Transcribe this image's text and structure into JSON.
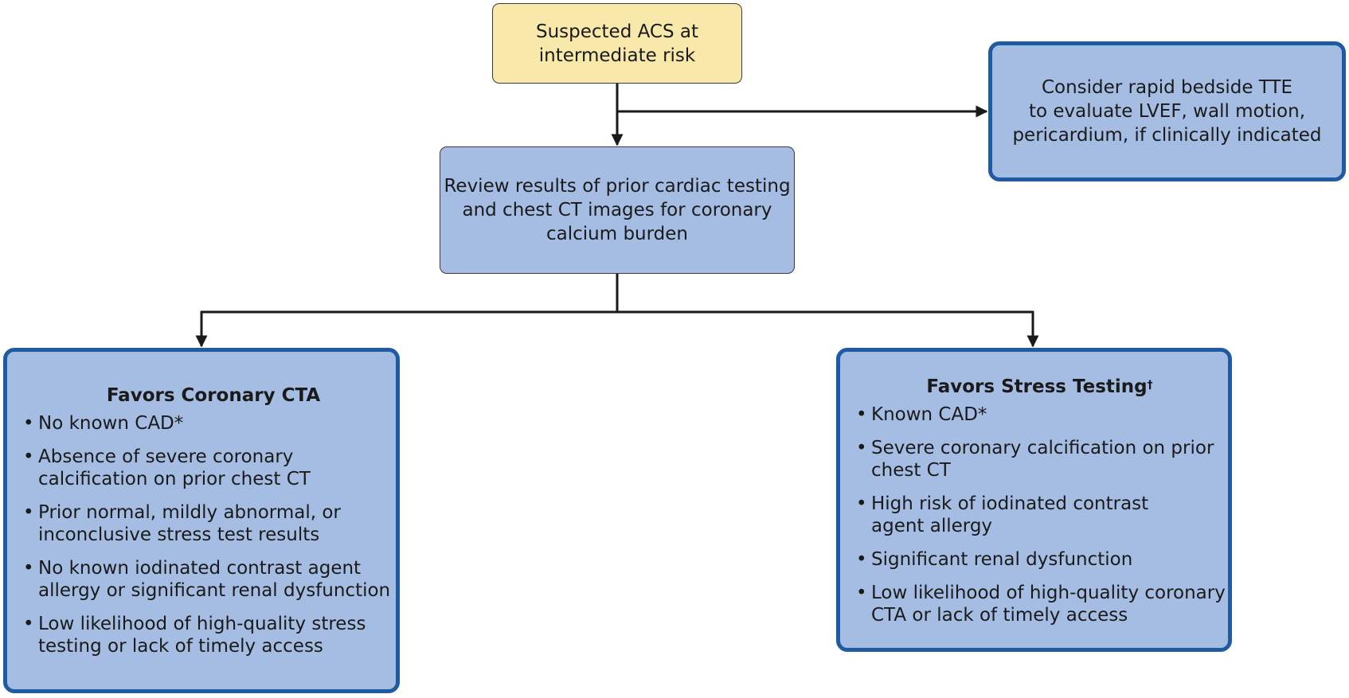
{
  "nodes": {
    "start": {
      "lines": [
        "Suspected ACS at",
        "intermediate risk"
      ]
    },
    "review": {
      "lines": [
        "Review results of prior cardiac testing",
        "and chest CT images for coronary",
        "calcium burden"
      ]
    },
    "tte": {
      "lines": [
        "Consider rapid bedside TTE",
        "to evaluate LVEF, wall motion,",
        "pericardium, if clinically indicated"
      ]
    },
    "cta": {
      "title": "Favors Coronary CTA",
      "bullets": [
        [
          "No known CAD*"
        ],
        [
          "Absence of severe coronary",
          "calcification on prior chest CT"
        ],
        [
          "Prior normal, mildly abnormal, or",
          "inconclusive stress test results"
        ],
        [
          "No known iodinated contrast agent",
          "allergy or significant renal dysfunction"
        ],
        [
          "Low likelihood of high-quality stress",
          "testing or lack of timely access"
        ]
      ]
    },
    "stress": {
      "title": "Favors Stress Testing",
      "title_mark": "†",
      "bullets": [
        [
          "Known CAD*"
        ],
        [
          "Severe coronary calcification on prior",
          "chest CT"
        ],
        [
          "High risk of iodinated contrast",
          "agent allergy"
        ],
        [
          "Significant renal dysfunction"
        ],
        [
          "Low likelihood of high-quality coronary",
          "CTA or lack of timely access"
        ]
      ]
    }
  },
  "colors": {
    "start_fill": "#f8e8a9",
    "box_fill": "#a6bde3",
    "heavy_border": "#1f5aa3",
    "thin_border": "#3b3b3b",
    "connector": "#1a1a1a"
  }
}
